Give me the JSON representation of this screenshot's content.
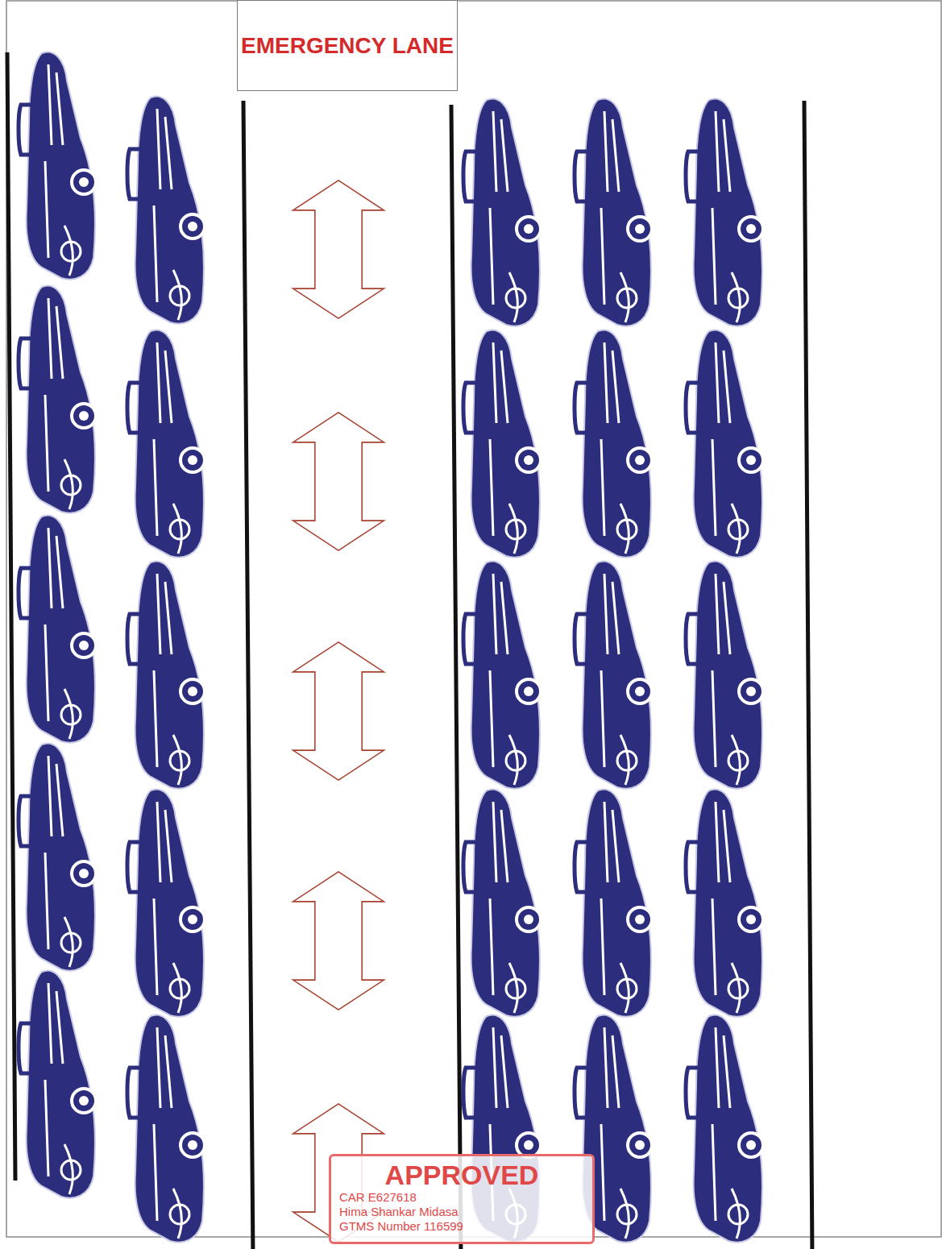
{
  "diagram": {
    "nodes": [
      {
        "text": [
          "EMERGENCY LANE"
        ]
      },
      {
        "text": [
          "APPROVED",
          "CAR E627618",
          "Hima Shankar Midasa",
          "GTMS Number 116599"
        ]
      }
    ]
  }
}
